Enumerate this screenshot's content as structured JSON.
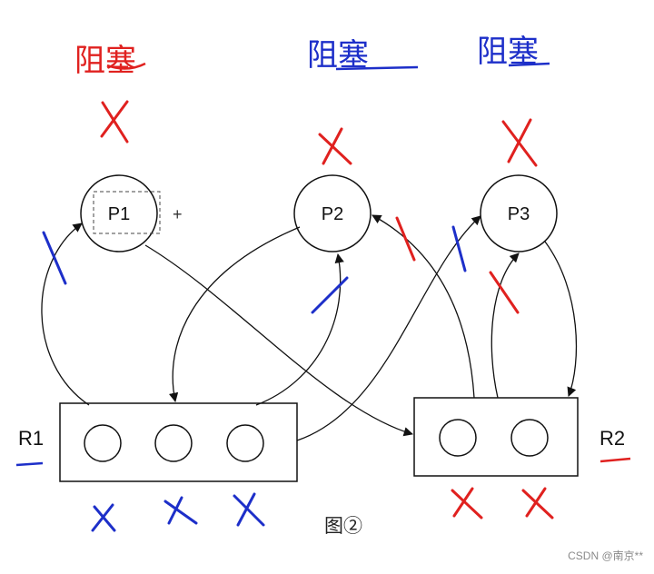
{
  "processes": [
    {
      "id": "P1",
      "label": "P1",
      "note": "阻塞"
    },
    {
      "id": "P2",
      "label": "P2",
      "note": "阻塞"
    },
    {
      "id": "P3",
      "label": "P3",
      "note": "阻塞"
    }
  ],
  "resources": [
    {
      "id": "R1",
      "label": "R1",
      "instances": 3
    },
    {
      "id": "R2",
      "label": "R2",
      "instances": 2
    }
  ],
  "caption": "图②",
  "watermark": "CSDN @南京**",
  "colors": {
    "red": "#e0211f",
    "blue": "#1d2fc9",
    "line": "#111111"
  }
}
